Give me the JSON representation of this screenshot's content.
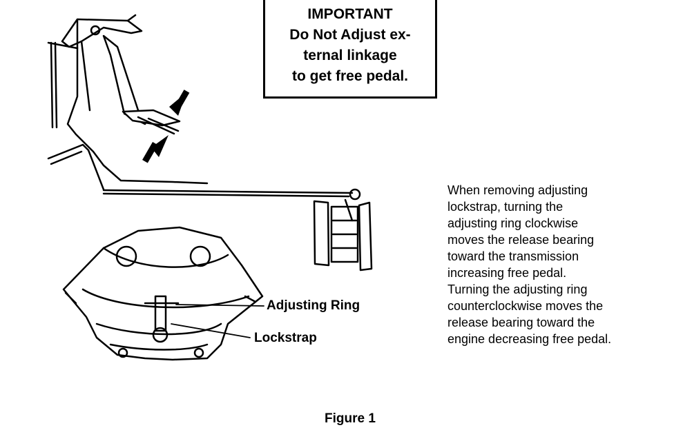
{
  "important_box": {
    "lines": [
      "IMPORTANT",
      "Do Not Adjust ex-",
      "ternal linkage",
      "to get free pedal."
    ]
  },
  "labels": {
    "adjusting_ring": "Adjusting Ring",
    "lockstrap": "Lockstrap"
  },
  "description": {
    "lines": [
      "When removing adjusting",
      "lockstrap, turning the",
      "adjusting ring clockwise",
      "moves the release bearing",
      "toward the transmission",
      "increasing free pedal.",
      "Turning the adjusting ring",
      "counterclockwise moves the",
      "release bearing toward the",
      "engine decreasing free pedal."
    ]
  },
  "caption": "Figure 1"
}
